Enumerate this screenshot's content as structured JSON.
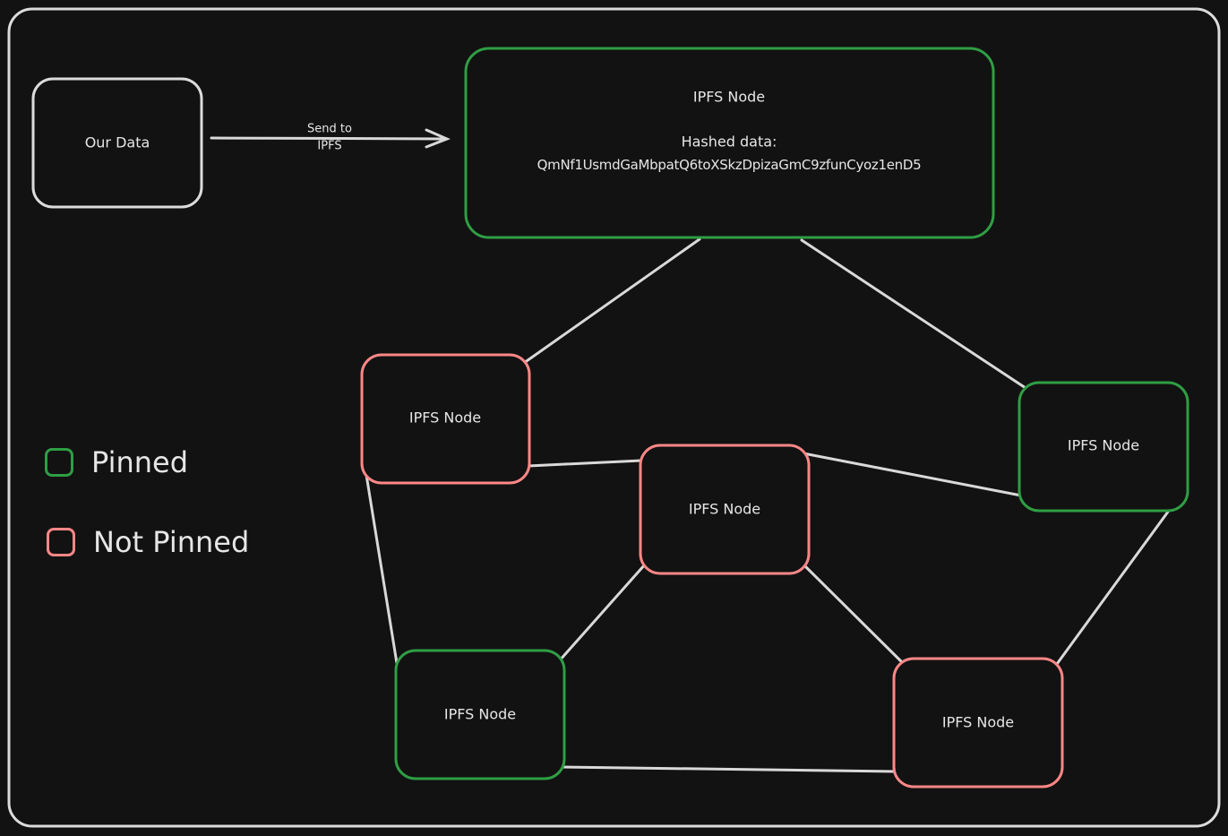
{
  "colors": {
    "background": "#121212",
    "frame": "#dcdcdc",
    "pinned": "#2f9e44",
    "not_pinned": "#ff8787",
    "edge": "#d9d9d9"
  },
  "source": {
    "label": "Our Data"
  },
  "arrow": {
    "label_line1": "Send to",
    "label_line2": "IPFS"
  },
  "main_node": {
    "title": "IPFS Node",
    "hash_label": "Hashed data:",
    "hash": "QmNf1UsmdGaMbpatQ6toXSkzDpizaGmC9zfunCyoz1enD5"
  },
  "nodes": [
    {
      "label": "IPFS Node",
      "status": "not_pinned"
    },
    {
      "label": "IPFS Node",
      "status": "pinned"
    },
    {
      "label": "IPFS Node",
      "status": "not_pinned"
    },
    {
      "label": "IPFS Node",
      "status": "pinned"
    },
    {
      "label": "IPFS Node",
      "status": "not_pinned"
    }
  ],
  "legend": {
    "pinned": "Pinned",
    "not_pinned": "Not Pinned"
  }
}
